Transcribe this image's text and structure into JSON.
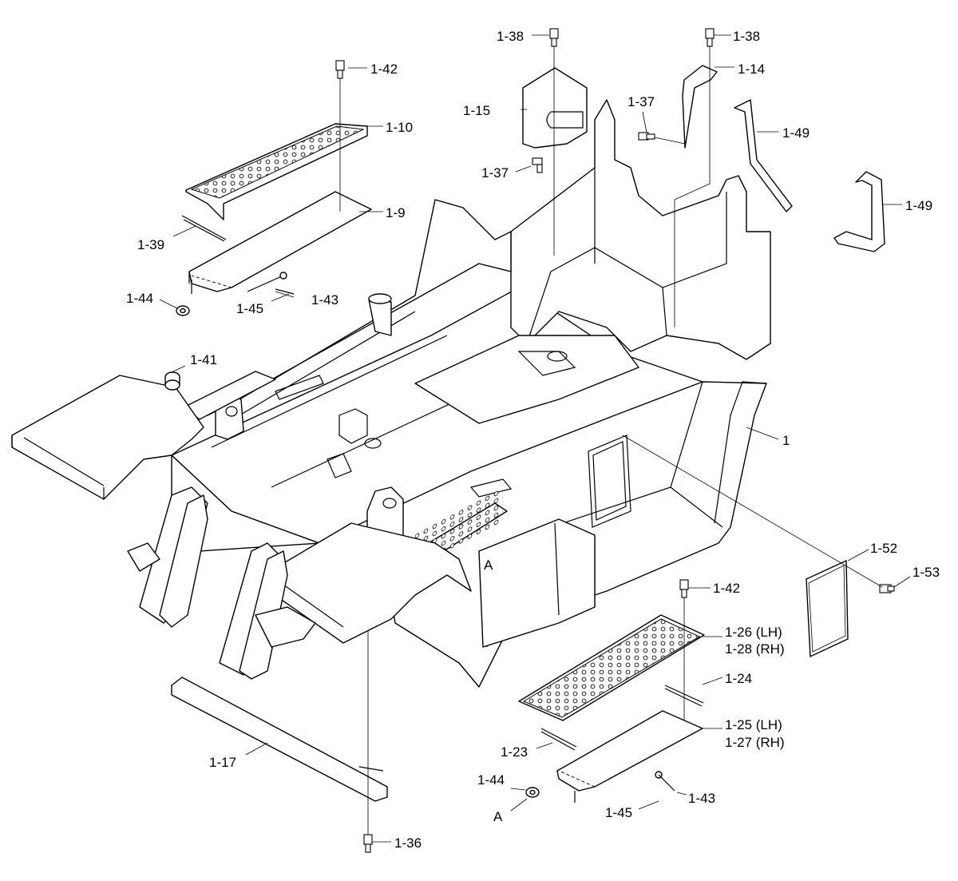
{
  "labels": {
    "l1": "1",
    "l1_9": "1-9",
    "l1_10": "1-10",
    "l1_14": "1-14",
    "l1_15": "1-15",
    "l1_17": "1-17",
    "l1_23": "1-23",
    "l1_24": "1-24",
    "l1_25": "1-25 (LH)",
    "l1_27": "1-27 (RH)",
    "l1_26": "1-26 (LH)",
    "l1_28": "1-28 (RH)",
    "l1_36": "1-36",
    "l1_37a": "1-37",
    "l1_37b": "1-37",
    "l1_38a": "1-38",
    "l1_38b": "1-38",
    "l1_39": "1-39",
    "l1_41": "1-41",
    "l1_42a": "1-42",
    "l1_42b": "1-42",
    "l1_43a": "1-43",
    "l1_43b": "1-43",
    "l1_44a": "1-44",
    "l1_44b": "1-44",
    "l1_45a": "1-45",
    "l1_45b": "1-45",
    "l1_49a": "1-49",
    "l1_49b": "1-49",
    "l1_52": "1-52",
    "l1_53": "1-53",
    "refA1": "A",
    "refA2": "A"
  }
}
